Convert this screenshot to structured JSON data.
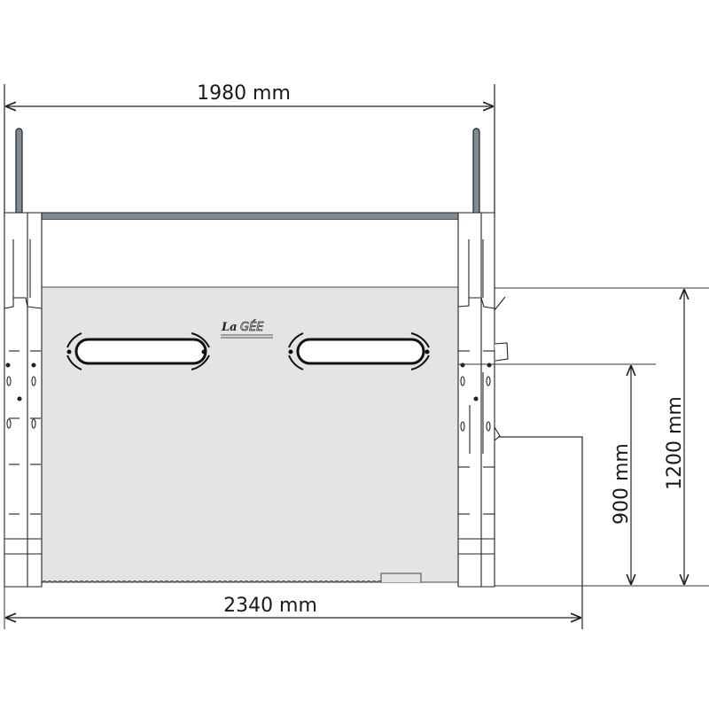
{
  "dimensions": {
    "top_width": "1980 mm",
    "bottom_width": "2340 mm",
    "height_total": "1200 mm",
    "height_step": "900 mm"
  },
  "logo": {
    "text": "La GÉE"
  },
  "colors": {
    "panel": "#e4e4e4",
    "top_bar": "#7d8c95",
    "line": "#222222"
  }
}
